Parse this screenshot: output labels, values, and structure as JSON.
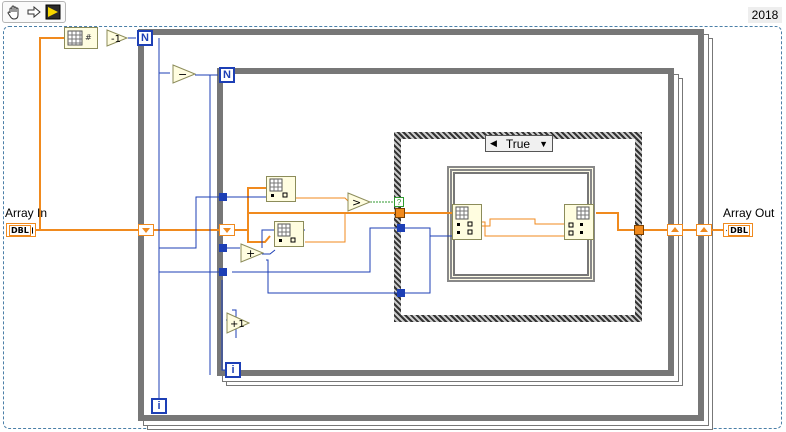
{
  "toolbar": {
    "hand_icon": "hand-icon",
    "arrow_icon": "arrow-icon",
    "run_icon": "run-icon"
  },
  "version": "2018",
  "terminals": {
    "input_label": "Array In",
    "input_type": "DBL",
    "output_label": "Array Out",
    "output_type": "DBL"
  },
  "loops": {
    "outer_count": "N",
    "outer_index": "i",
    "inner_count": "N",
    "inner_index": "i"
  },
  "case": {
    "selector_value": "True",
    "question": "?"
  },
  "nodes": {
    "decrement": "-1",
    "subtract": "−",
    "add": "+",
    "increment": "+1",
    "greater": ">"
  },
  "colors": {
    "wire_orange": "#f08a1e",
    "wire_blue": "#1d3fb5",
    "node_fill": "#fffde0",
    "frame_border": "#555555",
    "dashed_frame": "#4a7fa8"
  }
}
